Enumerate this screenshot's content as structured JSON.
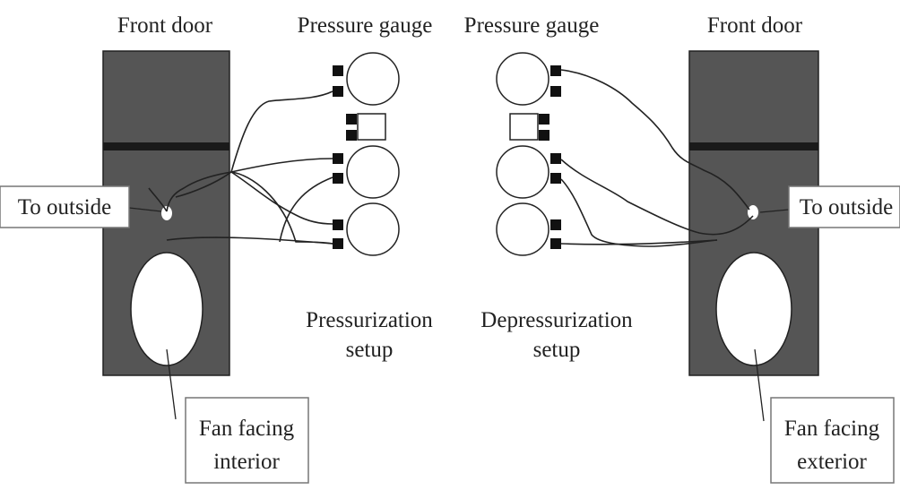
{
  "left": {
    "title": "Front door",
    "gauge_title": "Pressure gauge",
    "setup_line1": "Pressurization",
    "setup_line2": "setup",
    "outside_label": "To outside",
    "fan_line1": "Fan facing",
    "fan_line2": "interior"
  },
  "right": {
    "title": "Front door",
    "gauge_title": "Pressure gauge",
    "setup_line1": "Depressurization",
    "setup_line2": "setup",
    "outside_label": "To outside",
    "fan_line1": "Fan facing",
    "fan_line2": "exterior"
  },
  "colors": {
    "door": "#555555",
    "door_stripe": "#1a1a1a",
    "line": "#222222",
    "label_border": "#777777"
  }
}
